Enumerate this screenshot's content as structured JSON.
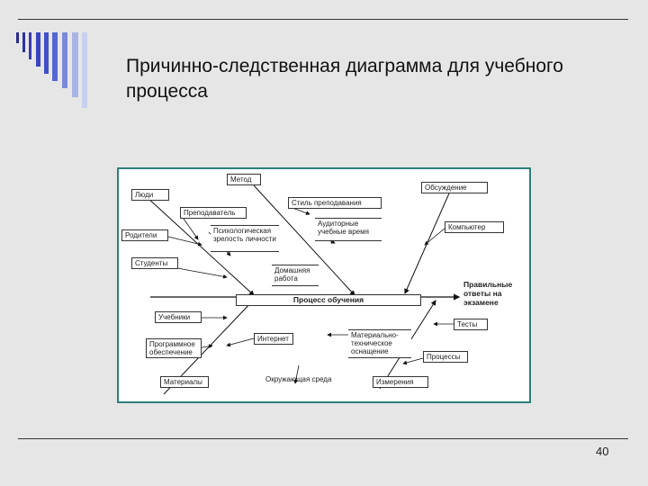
{
  "slide": {
    "title": "Причинно-следственная диаграмма для учебного процесса",
    "page_number": "40"
  },
  "diagram": {
    "spine_label": "Процесс обучения",
    "effect": "Правильные ответы на экзамене",
    "causes": {
      "metod": "Метод",
      "lyudi": "Люди",
      "prepodavatel": "Преподаватель",
      "stil_prepodavaniya": "Стиль преподавания",
      "auditornye": "Аудиторные учебные время",
      "psihologicheskaya": "Психологическая зрелость личности",
      "roditeli": "Родители",
      "studenty": "Студенты",
      "domashnyaya": "Домашняя работа",
      "obsuzhdenie": "Обсуждение",
      "kompyuter": "Компьютер",
      "uchebniki": "Учебники",
      "programmnoe": "Программное обеспечение",
      "internet": "Интернет",
      "materialy": "Материалы",
      "okruzhayushchaya": "Окружающая среда",
      "materialno": "Материально-техническое оснащение",
      "test": "Тесты",
      "processy": "Процессы",
      "izmereniya": "Измерения"
    }
  }
}
